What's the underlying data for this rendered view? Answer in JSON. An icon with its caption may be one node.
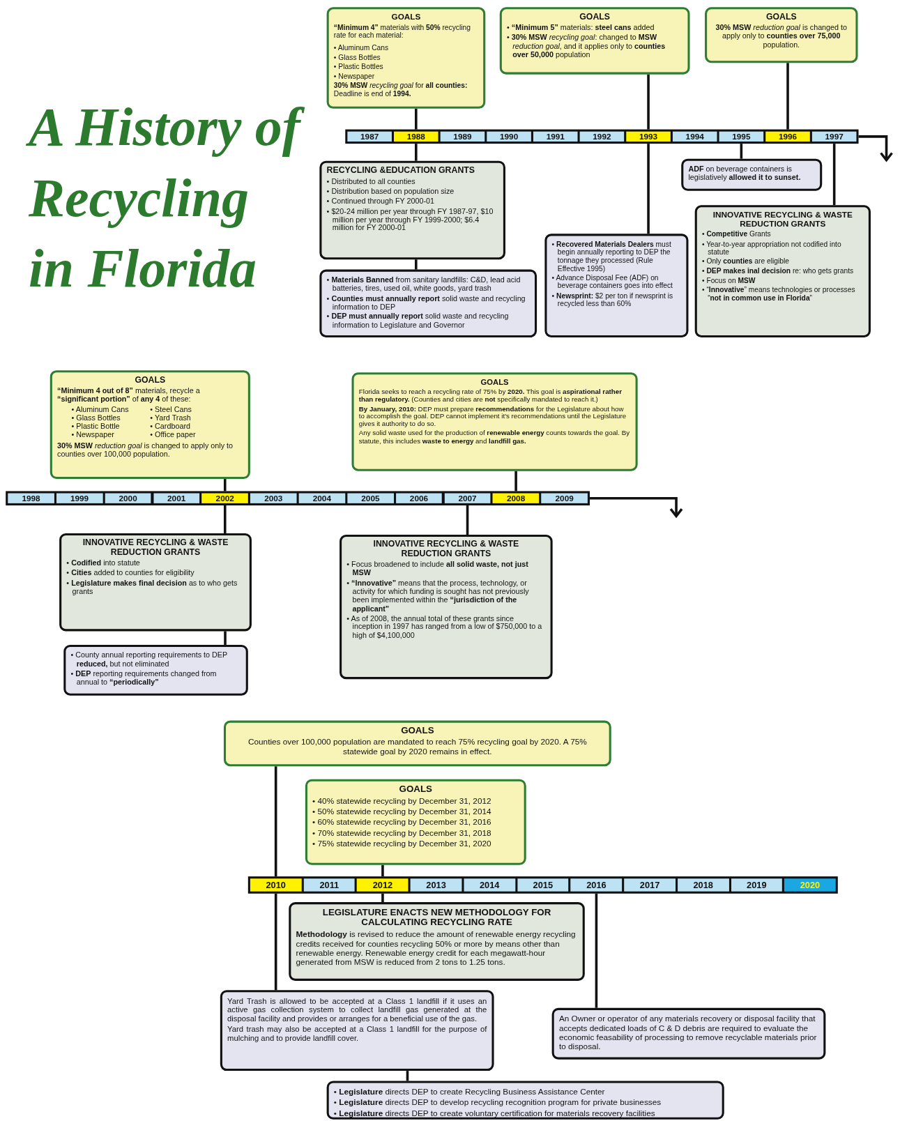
{
  "diagram": {
    "title": "A History of Recycling in Florida",
    "nodes": [
      {
        "text": [
          "GOALS",
          "**“Minimum 4”** materials with **50%** recycling rate for each material:",
          "• Aluminum Cans",
          "• Glass Bottles",
          "• Plastic Bottles",
          "• Newspaper",
          "**30% MSW** *recycling goal* for **all counties:** Deadline is end of **1994.**"
        ]
      },
      {
        "text": [
          "GOALS",
          "• **“Minimum 5”** materials: **steel cans** added",
          "• **30% MSW** *recycling goal*: changed to **MSW** *reduction goal*, and it applies only to **counties over 50,000** population"
        ]
      },
      {
        "text": [
          "GOALS",
          "**30% MSW** *reduction goal* is changed to apply only to **counties over 75,000** population."
        ]
      },
      {
        "text": [
          "1987"
        ]
      },
      {
        "text": [
          "1988"
        ]
      },
      {
        "text": [
          "1989"
        ]
      },
      {
        "text": [
          "1990"
        ]
      },
      {
        "text": [
          "1991"
        ]
      },
      {
        "text": [
          "1992"
        ]
      },
      {
        "text": [
          "1993"
        ]
      },
      {
        "text": [
          "1994"
        ]
      },
      {
        "text": [
          "1995"
        ]
      },
      {
        "text": [
          "1996"
        ]
      },
      {
        "text": [
          "1997"
        ]
      },
      {
        "text": [
          "RECYCLING &EDUCATION GRANTS",
          "• Distributed to all counties",
          "• Distribution based on population size",
          "• Continued through FY 2000-01",
          "• $20-24 million per year through FY 1987-97, $10 million per year through FY 1999-2000; $6.4 million for FY 2000-01"
        ]
      },
      {
        "text": [
          "• **Materials Banned** from sanitary landfills: C&D, lead acid batteries, tires, used oil, white goods, yard trash",
          "• **Counties must annually report** solid waste and recycling information to DEP",
          "• **DEP must annually report** solid waste and recycling information to Legislature and Governor"
        ]
      },
      {
        "text": [
          "• **Recovered Materials Dealers** must begin annually reporting to DEP the tonnage they processed (Rule Effective 1995)",
          "• Advance Disposal Fee (ADF) on beverage containers goes into effect",
          "• **Newsprint:** $2 per ton if newsprint is recycled less than 60%"
        ]
      },
      {
        "text": [
          "**ADF** on beverage containers is legislatively **allowed it to sunset.**"
        ]
      },
      {
        "text": [
          "INNOVATIVE RECYCLING & WASTE REDUCTION GRANTS",
          "• **Competitive** Grants",
          "• Year-to-year appropriation not codified into statute",
          "• Only **counties** are eligible",
          "• **DEP makes  inal decision** re: who gets grants",
          "• Focus on **MSW**",
          "• “**Innovative**” means technologies or processes “**not in common use in Florida**”"
        ]
      },
      {
        "text": [
          "GOALS",
          "**“Minimum 4 out of 8”** materials, recycle a **“significant portion”** of **any 4** of these:",
          "• Aluminum Cans",
          "• Steel Cans",
          "• Glass Bottles",
          "• Yard Trash",
          "• Plastic Bottle",
          "• Cardboard",
          "• Newspaper",
          "• Office paper",
          "**30% MSW** *reduction goal* is changed to apply only to counties over 100,000 population."
        ]
      },
      {
        "text": [
          "GOALS",
          "Florida seeks to reach a recycling rate of 75% by **2020.**  This goal is **aspirational rather than regulatory.**  (Counties and cities are **not** specifically mandated to reach it.)",
          "**By January, 2010:** DEP must prepare **recommendations** for the Legislature about how to accomplish the goal. DEP cannot implement it's recommendations until the Legislature gives it authority to do so.",
          "Any solid waste used for the production of **renewable energy** counts towards the goal. By statute, this includes **waste to energy** and **landfill gas.**"
        ]
      },
      {
        "text": [
          "1998"
        ]
      },
      {
        "text": [
          "1999"
        ]
      },
      {
        "text": [
          "2000"
        ]
      },
      {
        "text": [
          "2001"
        ]
      },
      {
        "text": [
          "2002"
        ]
      },
      {
        "text": [
          "2003"
        ]
      },
      {
        "text": [
          "2004"
        ]
      },
      {
        "text": [
          "2005"
        ]
      },
      {
        "text": [
          "2006"
        ]
      },
      {
        "text": [
          "2007"
        ]
      },
      {
        "text": [
          "2008"
        ]
      },
      {
        "text": [
          "2009"
        ]
      },
      {
        "text": [
          "INNOVATIVE RECYCLING & WASTE REDUCTION GRANTS",
          "• **Codified** into statute",
          "• **Cities** added to counties for eligibility",
          "• **Legislature makes final decision** as to who gets grants"
        ]
      },
      {
        "text": [
          "INNOVATIVE RECYCLING & WASTE REDUCTION GRANTS",
          "• Focus broadened to include **all solid waste, not just MSW**",
          "• **“Innovative”** means that the process, technology, or activity for which funding is sought has not previously been implemented within the **“jurisdiction of the applicant”**",
          "• As of 2008, the annual total of these grants since inception in 1997 has ranged from a low of $750,000 to a high of  $4,100,000"
        ]
      },
      {
        "text": [
          "• County annual reporting requirements to DEP **reduced,** but not eliminated",
          "• **DEP** reporting requirements changed from annual to **“periodically”**"
        ]
      },
      {
        "text": [
          "GOALS",
          "Counties over 100,000 population are mandated to reach 75% recycling goal by 2020. A 75% statewide goal by 2020 remains in effect."
        ]
      },
      {
        "text": [
          "GOALS",
          "• 40% statewide recycling by December 31, 2012",
          "• 50% statewide recycling by December 31, 2014",
          "• 60% statewide recycling by December 31, 2016",
          "• 70% statewide recycling by December 31, 2018",
          "• 75% statewide recycling by December 31, 2020"
        ]
      },
      {
        "text": [
          "2010"
        ]
      },
      {
        "text": [
          "2011"
        ]
      },
      {
        "text": [
          "2012"
        ]
      },
      {
        "text": [
          "2013"
        ]
      },
      {
        "text": [
          "2014"
        ]
      },
      {
        "text": [
          "2015"
        ]
      },
      {
        "text": [
          "2016"
        ]
      },
      {
        "text": [
          "2017"
        ]
      },
      {
        "text": [
          "2018"
        ]
      },
      {
        "text": [
          "2019"
        ]
      },
      {
        "text": [
          "2020"
        ]
      },
      {
        "text": [
          "LEGISLATURE ENACTS NEW METHODOLOGY FOR CALCULATING RECYCLING RATE",
          "**Methodology** is revised to reduce the amount of renewable energy recycling credits received for counties recycling 50% or more by means other than renewable energy. Renewable energy credit for each megawatt-hour generated from MSW is reduced from 2 tons to 1.25 tons."
        ]
      },
      {
        "text": [
          "Yard Trash is allowed to be accepted at a Class 1 landfill if it uses an active gas collection system to collect landfill gas generated at the disposal facility and provides or arranges for a beneficial use of the gas.",
          "Yard trash may also be accepted at a Class 1 landfill for the purpose of mulching and to provide landfill cover."
        ]
      },
      {
        "text": [
          "An Owner or operator of any materials recovery or disposal facility that accepts dedicated loads of C & D debris are required to evaluate the economic feasability of processing to remove recyclable materials prior to disposal."
        ]
      },
      {
        "text": [
          "• **Legislature** directs DEP to create Recycling Business Assistance Center",
          "• **Legislature** directs DEP to develop recycling recognition program for private businesses",
          "• **Legislature** directs DEP to create voluntary certification for materials recovery facilities"
        ]
      }
    ],
    "edges": [
      {
        "from": 0,
        "to": 4,
        "arrow": "none"
      },
      {
        "from": 1,
        "to": 9,
        "arrow": "none"
      },
      {
        "from": 2,
        "to": 12,
        "arrow": "none"
      },
      {
        "from": 4,
        "to": 14,
        "arrow": "none"
      },
      {
        "from": 14,
        "to": 15,
        "arrow": "none"
      },
      {
        "from": 9,
        "to": 16,
        "arrow": "none"
      },
      {
        "from": 11,
        "to": 17,
        "arrow": "none"
      },
      {
        "from": 13,
        "to": 18,
        "arrow": "none"
      },
      {
        "from": 13,
        "to": null,
        "arrow": "to"
      },
      {
        "from": 19,
        "to": 25,
        "arrow": "none"
      },
      {
        "from": 20,
        "to": 31,
        "arrow": "none"
      },
      {
        "from": 25,
        "to": 33,
        "arrow": "none"
      },
      {
        "from": 30,
        "to": 34,
        "arrow": "none"
      },
      {
        "from": 33,
        "to": 35,
        "arrow": "none"
      },
      {
        "from": 32,
        "to": null,
        "arrow": "to"
      },
      {
        "from": 36,
        "to": 38,
        "arrow": "none"
      },
      {
        "from": 37,
        "to": 40,
        "arrow": "none"
      },
      {
        "from": 40,
        "to": 49,
        "arrow": "none"
      },
      {
        "from": 38,
        "to": 50,
        "arrow": "none"
      },
      {
        "from": 44,
        "to": 51,
        "arrow": "none"
      },
      {
        "from": 50,
        "to": 52,
        "arrow": "none"
      }
    ]
  }
}
